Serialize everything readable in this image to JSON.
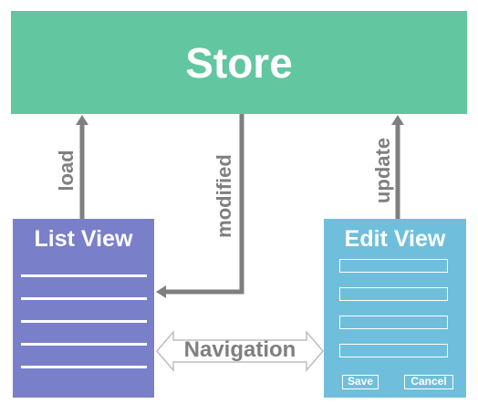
{
  "store": {
    "title": "Store"
  },
  "list_view": {
    "title": "List View"
  },
  "edit_view": {
    "title": "Edit View",
    "save_label": "Save",
    "cancel_label": "Cancel"
  },
  "connectors": {
    "load": "load",
    "modified": "modified",
    "update": "update",
    "navigation": "Navigation"
  },
  "colors": {
    "store": "#62c6a0",
    "list_view": "#7a7fca",
    "edit_view": "#6fbfdc",
    "arrow": "#7f7f7f"
  }
}
